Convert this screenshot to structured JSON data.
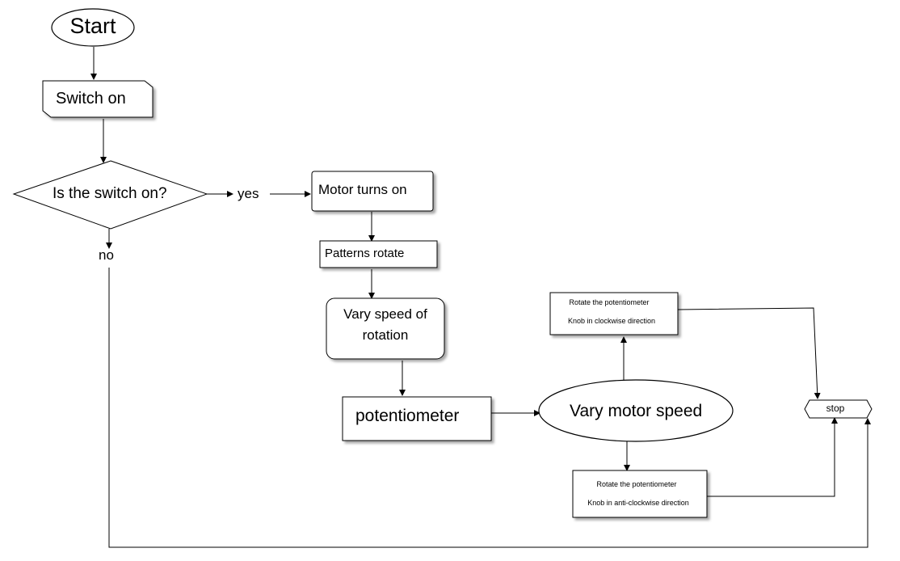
{
  "flowchart": {
    "start": "Start",
    "switch_on": "Switch on",
    "decision": "Is the switch on?",
    "yes_label": "yes",
    "no_label": "no",
    "motor_on": "Motor turns on",
    "patterns": "Patterns rotate",
    "vary_speed_line1": "Vary speed of",
    "vary_speed_line2": "rotation",
    "potentiometer": "potentiometer",
    "vary_motor": "Vary motor speed",
    "cw_line1": "Rotate the potentiometer",
    "cw_line2": "Knob in clockwise direction",
    "acw_line1": "Rotate the potentiometer",
    "acw_line2": "Knob in anti-clockwise direction",
    "stop": "stop"
  }
}
